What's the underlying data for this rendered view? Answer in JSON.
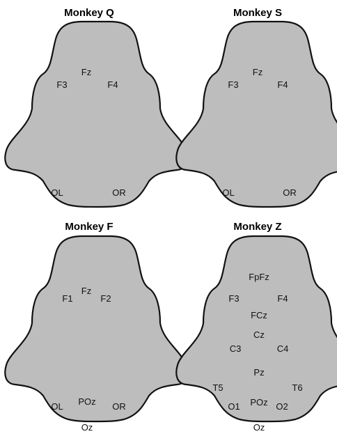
{
  "colors": {
    "head_fill": "#bdbdbd",
    "outline": "#111111",
    "text": "#111111"
  },
  "panels": [
    {
      "title": "Monkey Q",
      "electrodes": [
        {
          "label": "Fz"
        },
        {
          "label": "F3"
        },
        {
          "label": "F4"
        },
        {
          "label": "OL"
        },
        {
          "label": "OR"
        }
      ]
    },
    {
      "title": "Monkey S",
      "electrodes": [
        {
          "label": "Fz"
        },
        {
          "label": "F3"
        },
        {
          "label": "F4"
        },
        {
          "label": "OL"
        },
        {
          "label": "OR"
        }
      ]
    },
    {
      "title": "Monkey F",
      "electrodes": [
        {
          "label": "Fz"
        },
        {
          "label": "F1"
        },
        {
          "label": "F2"
        },
        {
          "label": "POz"
        },
        {
          "label": "OL"
        },
        {
          "label": "OR"
        },
        {
          "label": "Oz"
        }
      ]
    },
    {
      "title": "Monkey Z",
      "electrodes": [
        {
          "label": "FpFz"
        },
        {
          "label": "F3"
        },
        {
          "label": "F4"
        },
        {
          "label": "FCz"
        },
        {
          "label": "Cz"
        },
        {
          "label": "C3"
        },
        {
          "label": "C4"
        },
        {
          "label": "Pz"
        },
        {
          "label": "T5"
        },
        {
          "label": "T6"
        },
        {
          "label": "O1"
        },
        {
          "label": "POz"
        },
        {
          "label": "O2"
        },
        {
          "label": "Oz"
        }
      ]
    }
  ]
}
